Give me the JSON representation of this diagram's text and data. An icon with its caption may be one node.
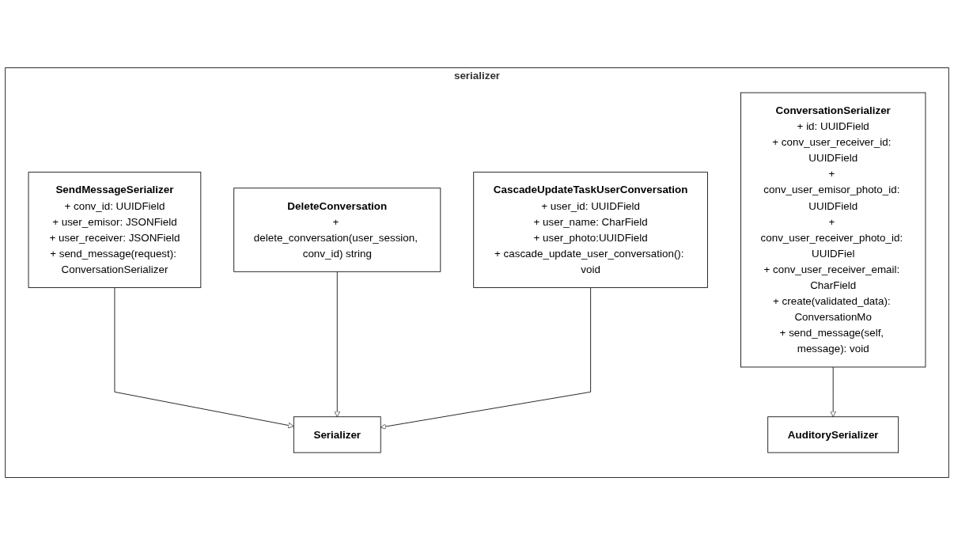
{
  "diagram": {
    "nodes": [
      {
        "text": [
          "serializer"
        ]
      },
      {
        "text": [
          "Serializer"
        ],
        "in": 0
      },
      {
        "text": [
          "SendMessageSerializer",
          "+ conv_id: UUIDField",
          "+ user_emisor: JSONField",
          "+ user_receiver: JSONField",
          "+ send_message(request): ConversationSerializer"
        ],
        "in": 0
      },
      {
        "text": [
          "DeleteConversation",
          "+ delete_conversation(user_session, conv_id) string"
        ],
        "in": 0
      },
      {
        "text": [
          "CascadeUpdateTaskUserConversation",
          "+ user_id: UUIDField",
          "+ user_name: CharField",
          "+ user_photo:UUIDField",
          "+ cascade_update_user_conversation(): void"
        ],
        "in": 0
      },
      {
        "text": [
          "AuditorySerializer"
        ],
        "in": 0
      },
      {
        "text": [
          "ConversationSerializer",
          "+ id: UUIDField",
          "+ conv_user_receiver_id: UUIDField",
          "+ conv_user_emisor_photo_id: UUIDField",
          "+ conv_user_receiver_photo_id: UUIDFiel",
          "+ conv_user_receiver_email: CharField",
          "+ create(validated_data): ConversationMo",
          "+ send_message(self, message): void"
        ],
        "in": 0
      }
    ],
    "edges": [
      {
        "from": 2,
        "to": 1,
        "arrow": "to"
      },
      {
        "from": 3,
        "to": 1,
        "arrow": "to"
      },
      {
        "from": 4,
        "to": 1,
        "arrow": "to"
      },
      {
        "from": 6,
        "to": 5,
        "arrow": "to"
      }
    ]
  }
}
